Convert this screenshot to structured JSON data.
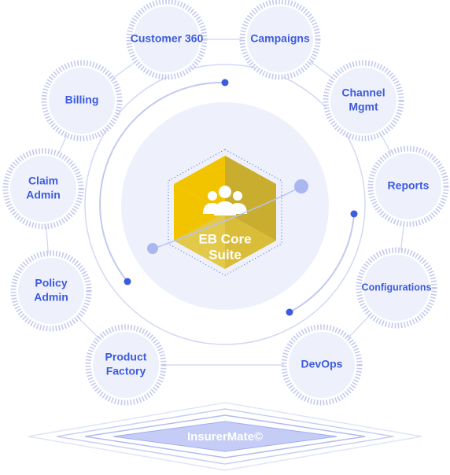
{
  "core": {
    "line1": "EB Core",
    "line2": "Suite"
  },
  "platform": {
    "label": "InsurerMate©"
  },
  "modules": [
    {
      "id": "customer-360",
      "lines": [
        "Customer 360"
      ]
    },
    {
      "id": "campaigns",
      "lines": [
        "Campaigns"
      ]
    },
    {
      "id": "channel-mgmt",
      "lines": [
        "Channel",
        "Mgmt"
      ]
    },
    {
      "id": "reports",
      "lines": [
        "Reports"
      ]
    },
    {
      "id": "configurations",
      "lines": [
        "Configurations"
      ]
    },
    {
      "id": "devops",
      "lines": [
        "DevOps"
      ]
    },
    {
      "id": "product-factory",
      "lines": [
        "Product",
        "Factory"
      ]
    },
    {
      "id": "policy-admin",
      "lines": [
        "Policy",
        "Admin"
      ]
    },
    {
      "id": "claim-admin",
      "lines": [
        "Claim",
        "Admin"
      ]
    },
    {
      "id": "billing",
      "lines": [
        "Billing"
      ]
    }
  ],
  "colors": {
    "accent": "#3d5bdc",
    "ring": "#c3c9f0",
    "node_fill": "#eef1fc",
    "hex_yellow": "#f2c400",
    "hex_gold": "#c9ad2e",
    "hex_light": "#e3c94a",
    "platform": "#b9c3f3"
  },
  "icons": {
    "core": "team-icon"
  }
}
